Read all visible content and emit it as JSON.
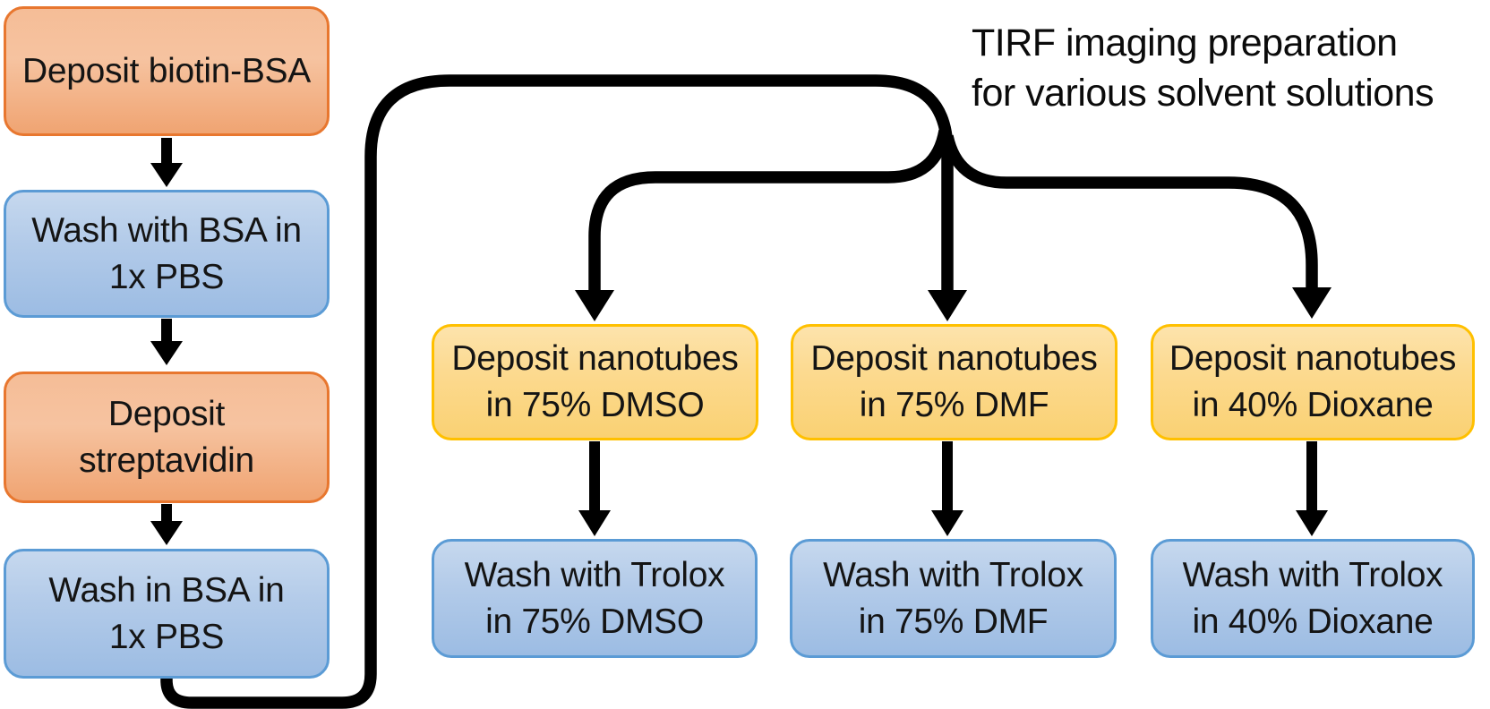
{
  "title": {
    "line1": "TIRF imaging preparation",
    "line2": "for various solvent solutions"
  },
  "steps": {
    "deposit_biotin_bsa": {
      "line1": "Deposit biotin-BSA"
    },
    "wash_with_bsa_pbs": {
      "line1": "Wash with BSA in",
      "line2": "1x PBS"
    },
    "deposit_streptavidin": {
      "line1": "Deposit",
      "line2": "streptavidin"
    },
    "wash_in_bsa_pbs": {
      "line1": "Wash in BSA in",
      "line2": "1x PBS"
    },
    "deposit_dmso": {
      "line1": "Deposit nanotubes",
      "line2": "in 75% DMSO"
    },
    "deposit_dmf": {
      "line1": "Deposit nanotubes",
      "line2": "in 75% DMF"
    },
    "deposit_dioxane": {
      "line1": "Deposit nanotubes",
      "line2": "in 40% Dioxane"
    },
    "wash_dmso": {
      "line1": "Wash with Trolox",
      "line2": "in 75% DMSO"
    },
    "wash_dmf": {
      "line1": "Wash with Trolox",
      "line2": "in 75% DMF"
    },
    "wash_dioxane": {
      "line1": "Wash with Trolox",
      "line2": "in 40% Dioxane"
    }
  },
  "edges": [
    {
      "from": "deposit_biotin_bsa",
      "to": "wash_with_bsa_pbs"
    },
    {
      "from": "wash_with_bsa_pbs",
      "to": "deposit_streptavidin"
    },
    {
      "from": "deposit_streptavidin",
      "to": "wash_in_bsa_pbs"
    },
    {
      "from": "wash_in_bsa_pbs",
      "to": "deposit_dmso"
    },
    {
      "from": "wash_in_bsa_pbs",
      "to": "deposit_dmf"
    },
    {
      "from": "wash_in_bsa_pbs",
      "to": "deposit_dioxane"
    },
    {
      "from": "deposit_dmso",
      "to": "wash_dmso"
    },
    {
      "from": "deposit_dmf",
      "to": "wash_dmf"
    },
    {
      "from": "deposit_dioxane",
      "to": "wash_dioxane"
    }
  ],
  "colors": {
    "deposit_fill_top": "#F5BD97",
    "deposit_fill_bottom": "#F0A472",
    "deposit_border": "#E8772F",
    "wash_fill_top": "#C6D8EE",
    "wash_fill_bottom": "#9CBCE3",
    "wash_border": "#5B9BD5",
    "nanotube_fill_top": "#FDE3AC",
    "nanotube_fill_bottom": "#FAD173",
    "nanotube_border": "#FFC000",
    "connector": "#000000",
    "text": "#141414",
    "background": "#FFFFFF"
  }
}
